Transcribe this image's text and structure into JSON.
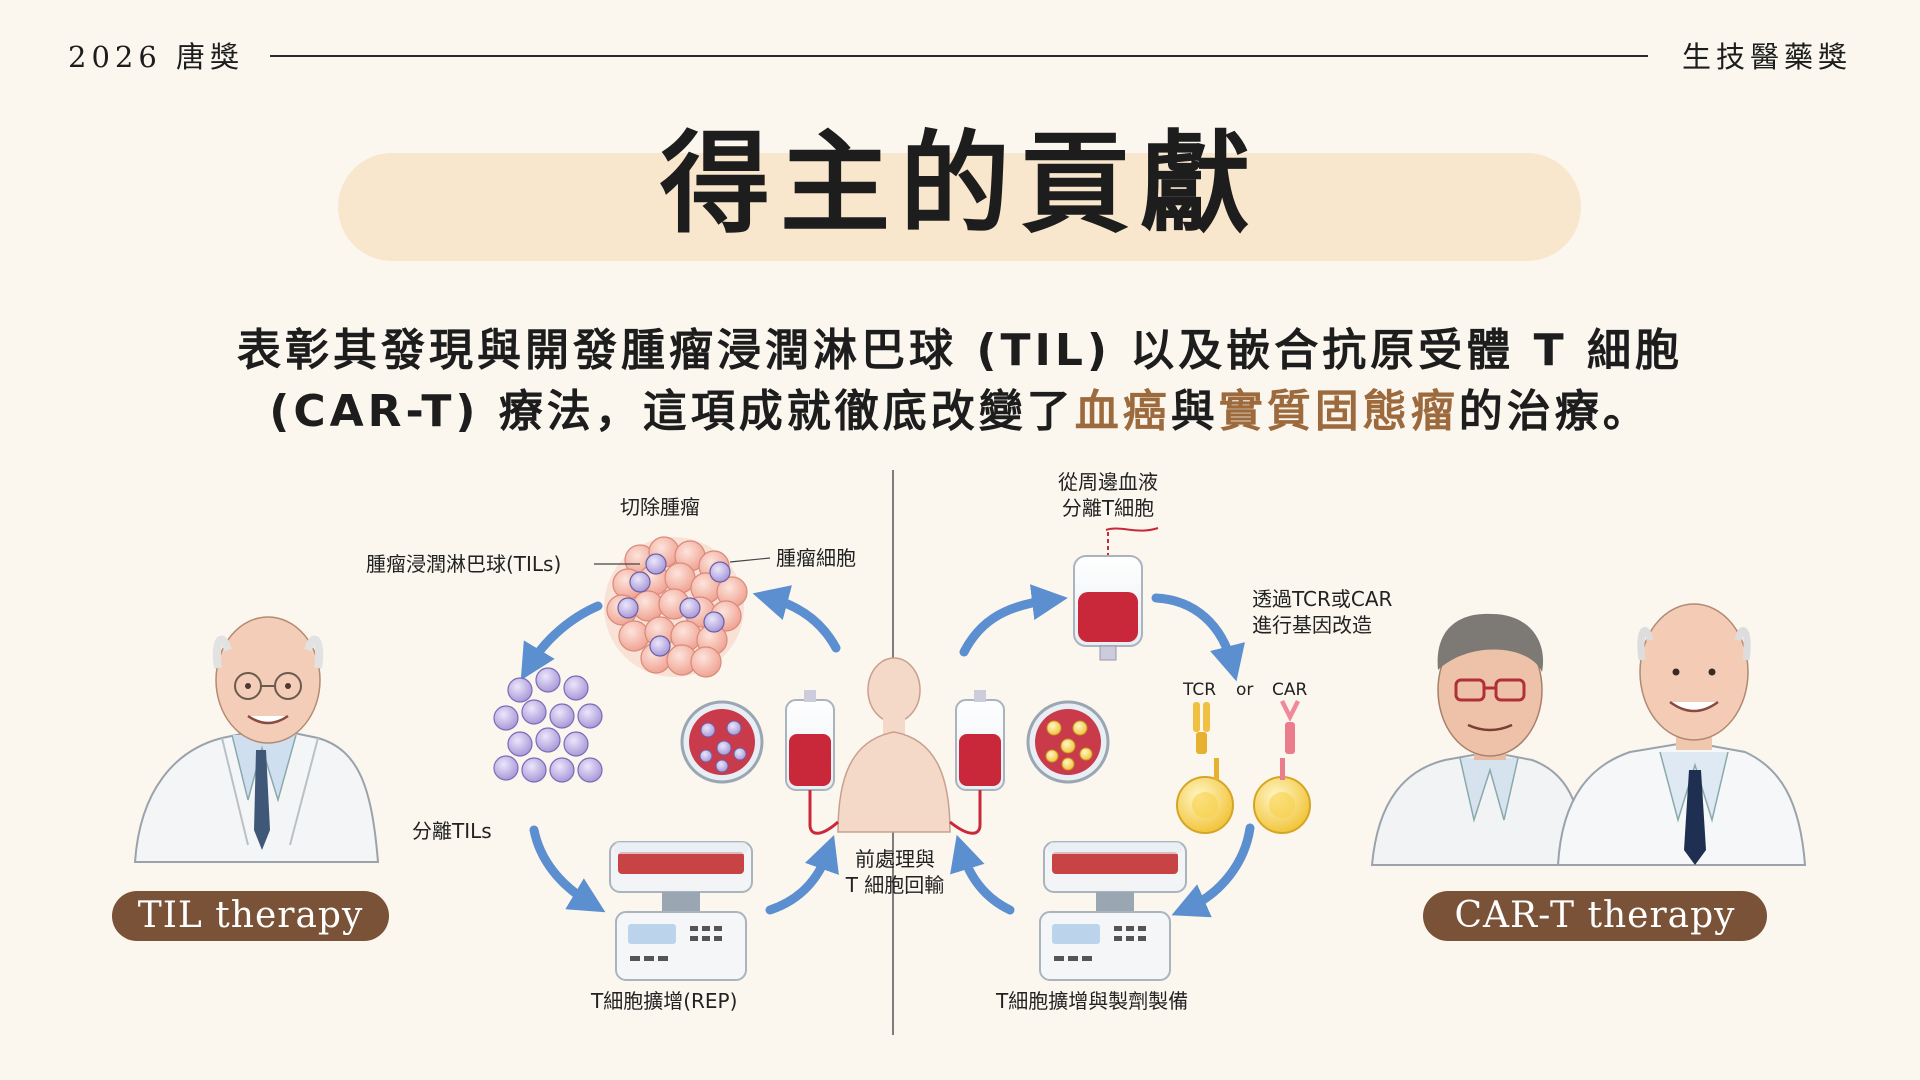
{
  "header": {
    "left": "2026 唐獎",
    "right": "生技醫藥獎"
  },
  "title": "得主的貢獻",
  "description": {
    "line1": "表彰其發現與開發腫瘤浸潤淋巴球 (TIL) 以及嵌合抗原受體 T 細胞",
    "line2_pre": "(CAR-T) 療法，這項成就徹底改變了",
    "highlight1": "血癌",
    "mid": "與",
    "highlight2": "實質固態瘤",
    "line2_post": "的治療。"
  },
  "labels": {
    "tumor_resection": "切除腫瘤",
    "tils": "腫瘤浸潤淋巴球(TILs)",
    "tumor_cells": "腫瘤細胞",
    "isolate_tils": "分離TILs",
    "rep": "T細胞擴增(REP)",
    "preconditioning_1": "前處理與",
    "preconditioning_2": "T 細胞回輸",
    "blood_1": "從周邊血液",
    "blood_2": "分離T細胞",
    "gene_1": "透過TCR或CAR",
    "gene_2": "進行基因改造",
    "tcr": "TCR",
    "or": "or",
    "car": "CAR",
    "manufacture": "T細胞擴增與製劑製備"
  },
  "pills": {
    "til": "TIL therapy",
    "cart": "CAR-T therapy"
  },
  "colors": {
    "background": "#fbf7ef",
    "title_band": "#f8e6cd",
    "pill": "#7a5237",
    "highlight": "#9c6a3c",
    "arrow": "#5c8fd0",
    "blood": "#c8283a"
  }
}
